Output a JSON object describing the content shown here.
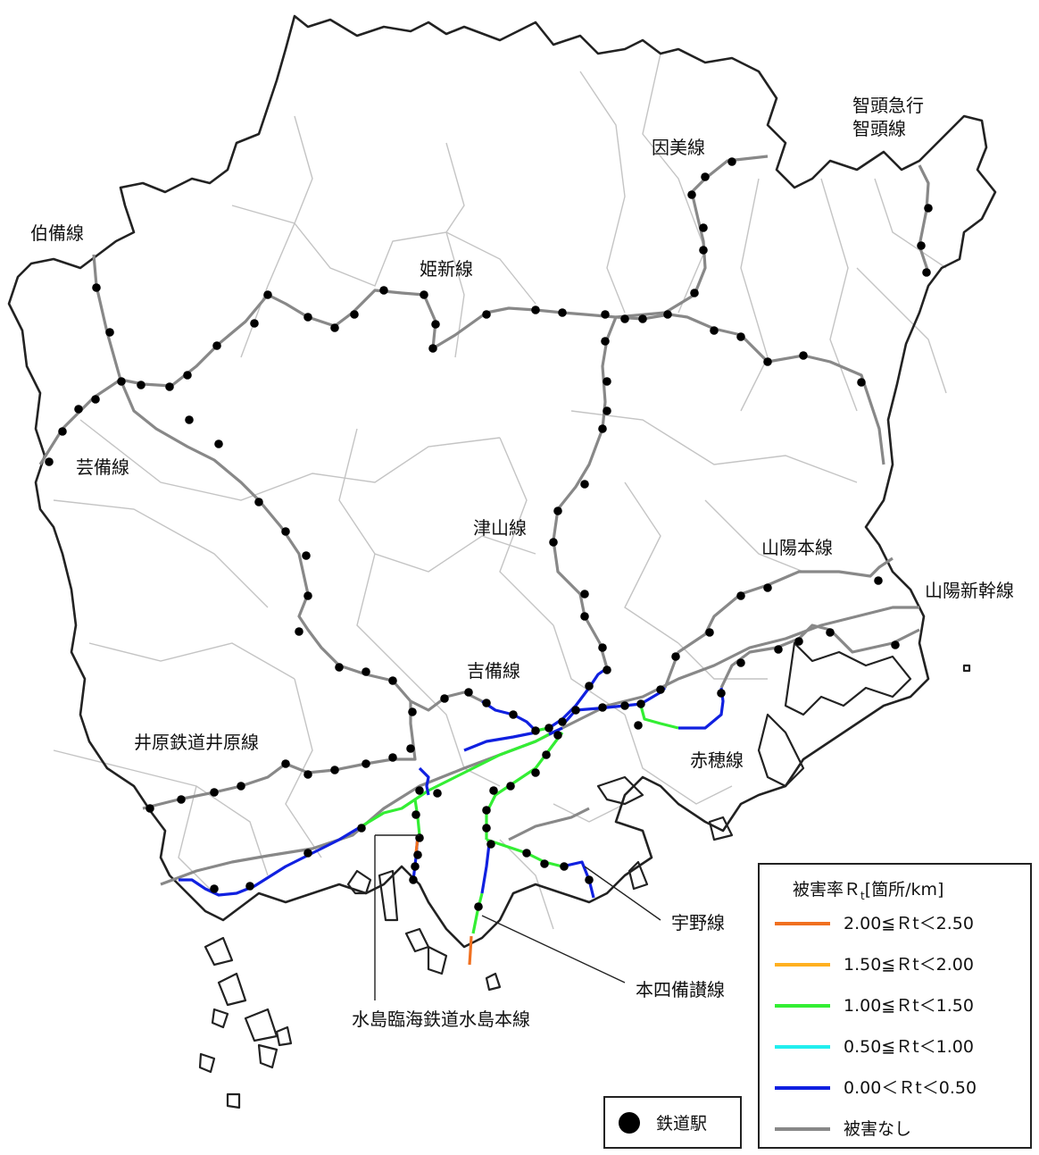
{
  "lines": [
    {
      "id": "hakubi",
      "label": "伯備線"
    },
    {
      "id": "kishin",
      "label": "姫新線"
    },
    {
      "id": "inbi",
      "label": "因美線"
    },
    {
      "id": "chizu",
      "label": "智頭急行\n智頭線"
    },
    {
      "id": "geibi",
      "label": "芸備線"
    },
    {
      "id": "tsuyama",
      "label": "津山線"
    },
    {
      "id": "sanyo",
      "label": "山陽本線"
    },
    {
      "id": "sanyo_shinkansen",
      "label": "山陽新幹線"
    },
    {
      "id": "kibi",
      "label": "吉備線"
    },
    {
      "id": "ibara",
      "label": "井原鉄道井原線"
    },
    {
      "id": "ako",
      "label": "赤穂線"
    },
    {
      "id": "uno",
      "label": "宇野線"
    },
    {
      "id": "honshi_bisan",
      "label": "本四備讃線"
    },
    {
      "id": "mizushima",
      "label": "水島臨海鉄道水島本線"
    }
  ],
  "legend": {
    "title": "被害率Ｒ",
    "title_sub": "t",
    "title_unit": "[箇所/km]",
    "entries": [
      {
        "color": "#f07020",
        "label": "2.00≦Ｒt＜2.50"
      },
      {
        "color": "#ffb020",
        "label": "1.50≦Ｒt＜2.00"
      },
      {
        "color": "#33ee33",
        "label": "1.00≦Ｒt＜1.50"
      },
      {
        "color": "#22eeee",
        "label": "0.50≦Ｒt＜1.00"
      },
      {
        "color": "#1020e0",
        "label": "0.00＜Ｒt＜0.50"
      },
      {
        "color": "#888888",
        "label": "被害なし"
      }
    ]
  },
  "station_legend": {
    "label": "鉄道駅"
  },
  "colors": {
    "boundary": "#222222",
    "municipal": "#bbbbbb",
    "no_damage": "#888888",
    "station": "#000000"
  }
}
